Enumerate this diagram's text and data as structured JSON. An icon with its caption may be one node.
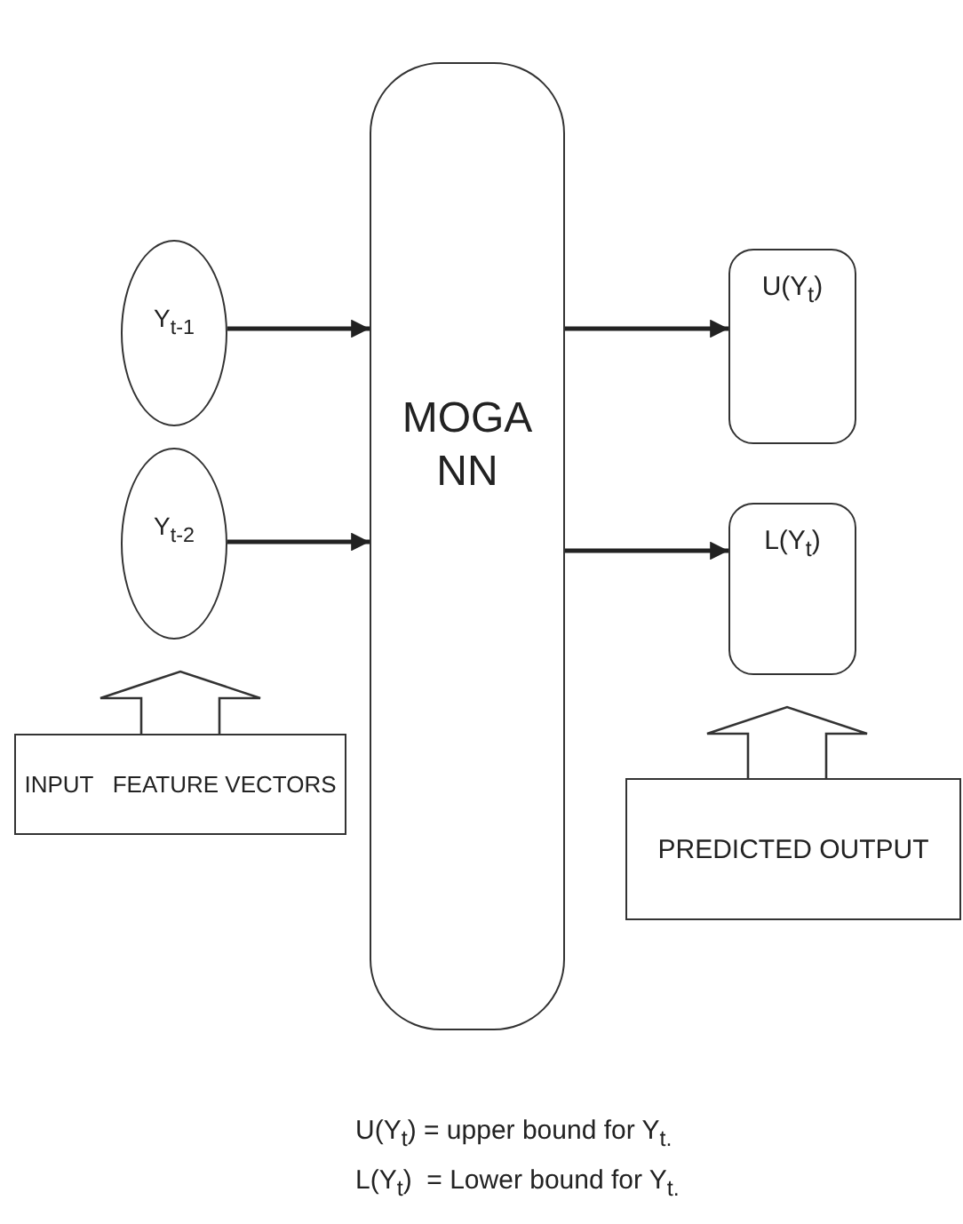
{
  "diagram": {
    "nodes": [
      {
        "text": [
          "Y$_{t-1}$"
        ]
      },
      {
        "text": [
          "Y$_{t-2}$"
        ]
      },
      {
        "text": [
          "INPUT   FEATURE VECTORS"
        ]
      },
      {
        "text": [
          "MOGA NN"
        ]
      },
      {
        "text": [
          "U(Y$_{t}$)"
        ]
      },
      {
        "text": [
          "L(Y$_{t}$)"
        ]
      },
      {
        "text": [
          "PREDICTED OUTPUT"
        ]
      }
    ],
    "edges": [
      {
        "from": 0,
        "to": 3,
        "arrow": "to"
      },
      {
        "from": 1,
        "to": 3,
        "arrow": "to"
      },
      {
        "from": 3,
        "to": 4,
        "arrow": "to"
      },
      {
        "from": 3,
        "to": 5,
        "arrow": "to"
      },
      {
        "from": 2,
        "to": 1,
        "arrow": "to",
        "style": "thick"
      },
      {
        "from": 6,
        "to": 5,
        "arrow": "to",
        "style": "thick"
      }
    ],
    "labels": [
      "U(Y$_{t}$) = upper bound for Y$_{t.}$",
      "L(Y$_{t}$)  = Lower bound for Y$_{t.}$"
    ]
  }
}
